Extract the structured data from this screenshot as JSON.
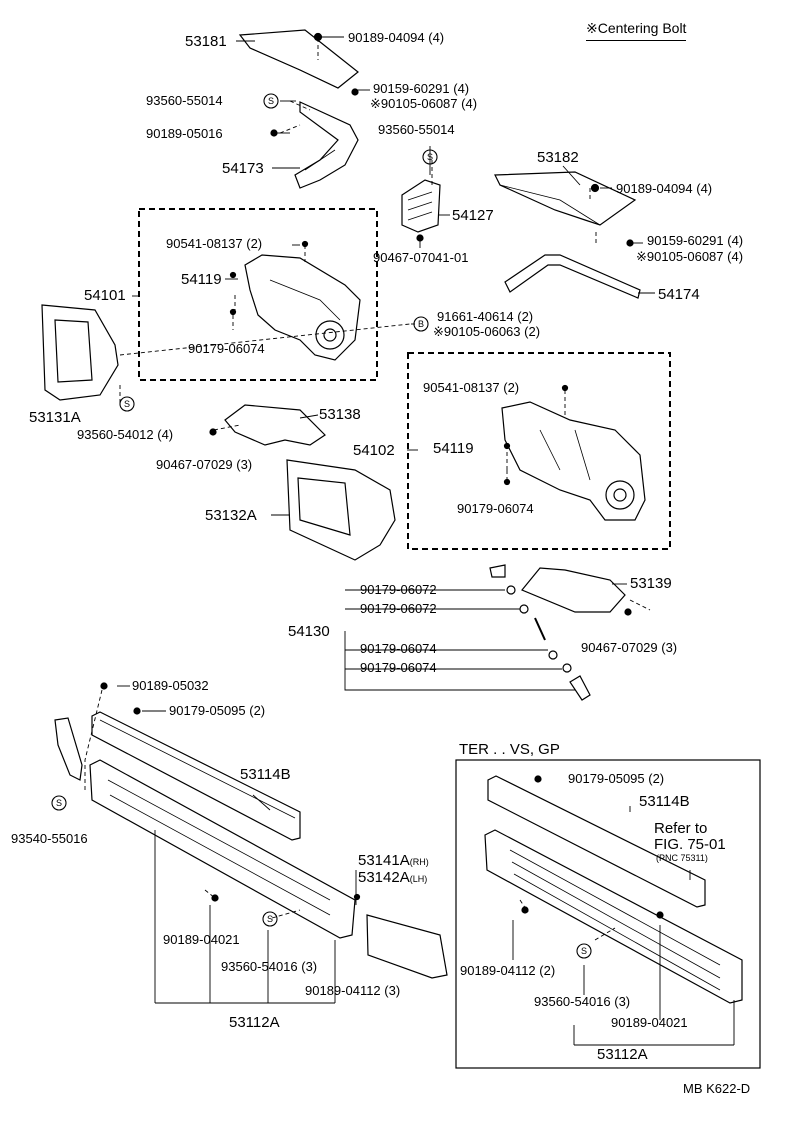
{
  "legend": {
    "symbol": "※",
    "text": "Centering Bolt"
  },
  "drawing_code": "MB K622-D",
  "variant_box": {
    "title": "TER . . VS, GP",
    "refer_line1": "Refer to",
    "refer_line2": "FIG. 75-01",
    "pnc_note": "(PNC 75311)"
  },
  "labels": {
    "p53181": "53181",
    "p90189_04094_a": "90189-04094 (4)",
    "p90159_60291_a": "90159-60291 (4)",
    "p90105_06087_a": "※90105-06087 (4)",
    "p93560_55014_a": "93560-55014",
    "p90189_05016": "90189-05016",
    "p54173": "54173",
    "p93560_55014_b": "93560-55014",
    "p54127": "54127",
    "p90467_07041": "90467-07041-01",
    "p53182": "53182",
    "p90189_04094_b": "90189-04094 (4)",
    "p90159_60291_b": "90159-60291 (4)",
    "p90105_06087_b": "※90105-06087 (4)",
    "p54174": "54174",
    "p90541_08137_a": "90541-08137 (2)",
    "p54119_a": "54119",
    "p54101": "54101",
    "p90179_06074_a": "90179-06074",
    "p91661_40614": "91661-40614 (2)",
    "p90105_06063": "※90105-06063 (2)",
    "p53131A": "53131A",
    "p93560_54012": "93560-54012 (4)",
    "p53138": "53138",
    "p90467_07029_a": "90467-07029 (3)",
    "p90541_08137_b": "90541-08137 (2)",
    "p54102": "54102",
    "p54119_b": "54119",
    "p90179_06074_b": "90179-06074",
    "p53132A": "53132A",
    "p90179_06072_a": "90179-06072",
    "p90179_06072_b": "90179-06072",
    "p54130": "54130",
    "p90179_06074_c": "90179-06074",
    "p90179_06074_d": "90179-06074",
    "p53139": "53139",
    "p90467_07029_b": "90467-07029 (3)",
    "p90189_05032": "90189-05032",
    "p90179_05095_a": "90179-05095 (2)",
    "p53114B_a": "53114B",
    "p93540_55016": "93540-55016",
    "p90189_04021_a": "90189-04021",
    "p93560_54016_a": "93560-54016 (3)",
    "p90189_04112_a": "90189-04112 (3)",
    "p53112A_a": "53112A",
    "p53141A": "53141A",
    "p53141A_sfx": "(RH)",
    "p53142A": "53142A",
    "p53142A_sfx": "(LH)",
    "p90179_05095_b": "90179-05095 (2)",
    "p53114B_b": "53114B",
    "p90189_04112_b": "90189-04112 (2)",
    "p93560_54016_b": "93560-54016 (3)",
    "p90189_04021_b": "90189-04021",
    "p53112A_b": "53112A"
  },
  "symbol_s": "S",
  "symbol_b": "B"
}
